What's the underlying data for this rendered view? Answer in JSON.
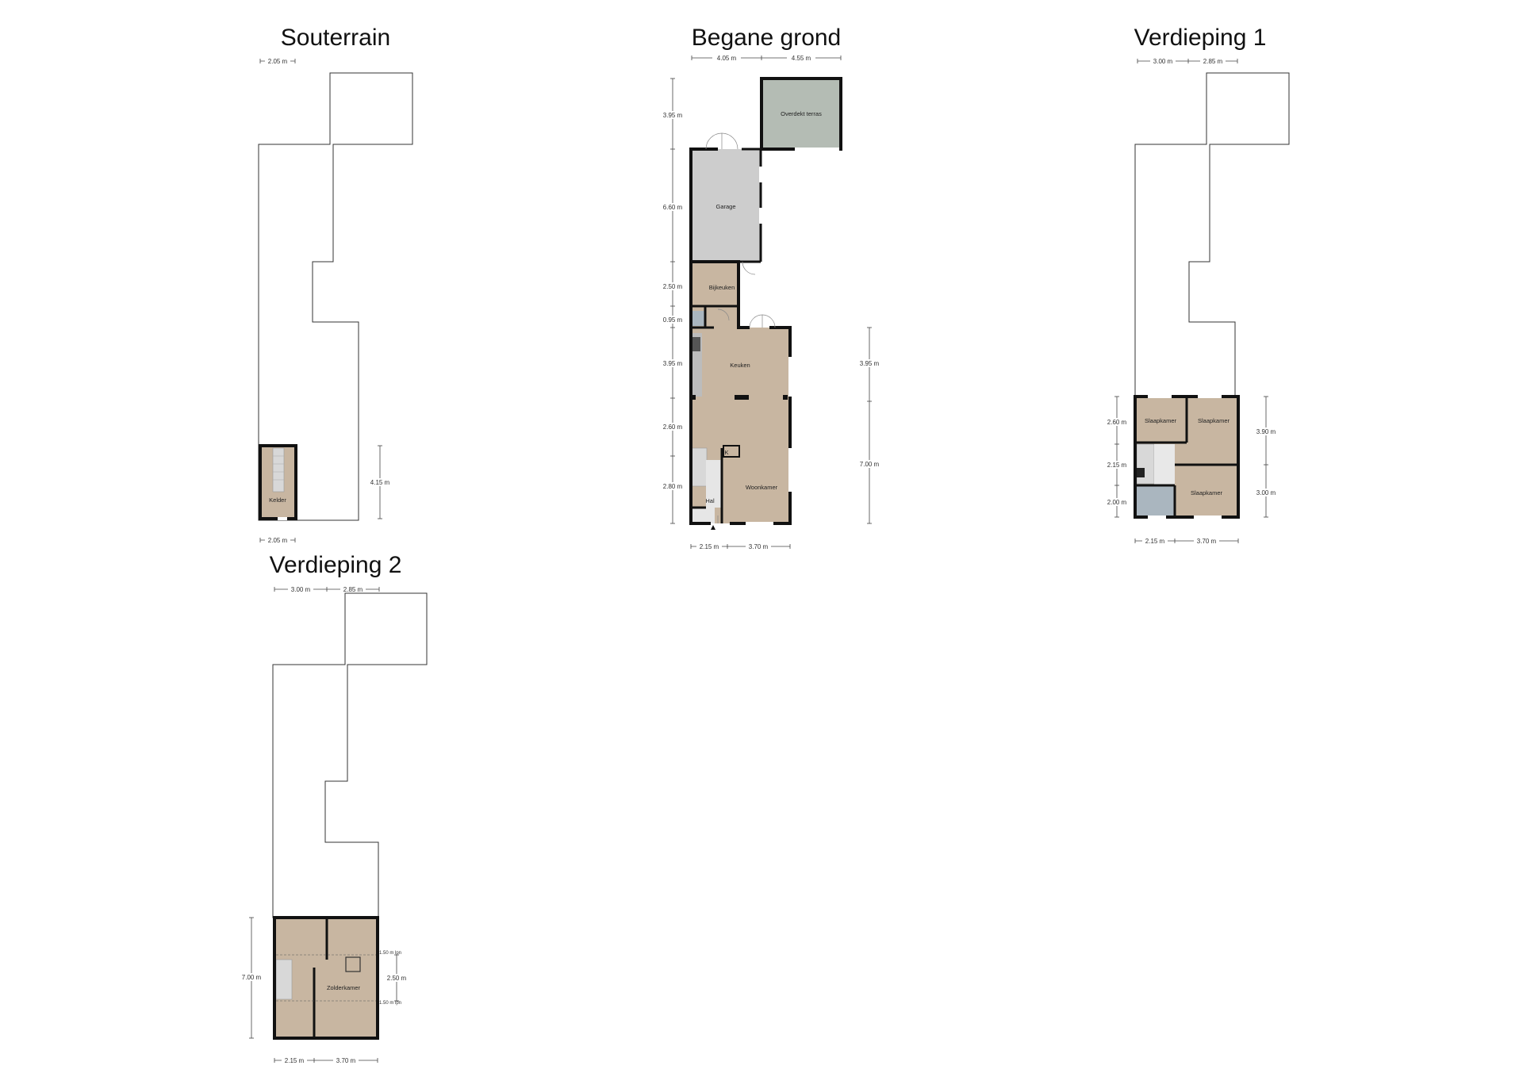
{
  "floors": {
    "souterrain": {
      "title": "Souterrain",
      "dim_top": "2.05 m",
      "dim_bottom": "2.05 m",
      "dim_right": "4.15 m",
      "rooms": {
        "kelder": "Kelder"
      }
    },
    "begane_grond": {
      "title": "Begane grond",
      "dim_top_left": "4.05 m",
      "dim_top_right": "4.55 m",
      "dim_left": [
        "3.95 m",
        "6.60 m",
        "2.50 m",
        "0.95 m",
        "3.95 m",
        "2.60 m",
        "2.80 m"
      ],
      "dim_right": [
        "3.95 m",
        "7.00 m"
      ],
      "dim_bottom_left": "2.15 m",
      "dim_bottom_right": "3.70 m",
      "rooms": {
        "overdekt_terras": "Overdekt terras",
        "garage": "Garage",
        "bijkeuken": "Bijkeuken",
        "keuken": "Keuken",
        "woonkamer": "Woonkamer",
        "hal": "Hal",
        "k": "K"
      }
    },
    "verdieping_1": {
      "title": "Verdieping 1",
      "dim_top_left": "3.00 m",
      "dim_top_right": "2.85 m",
      "dim_left": [
        "2.60 m",
        "2.15 m",
        "2.00 m"
      ],
      "dim_right": [
        "3.90 m",
        "3.00 m"
      ],
      "dim_bottom_left": "2.15 m",
      "dim_bottom_right": "3.70 m",
      "rooms": {
        "slaapkamer_1": "Slaapkamer",
        "slaapkamer_2": "Slaapkamer",
        "slaapkamer_3": "Slaapkamer"
      }
    },
    "verdieping_2": {
      "title": "Verdieping 2",
      "dim_top_left": "3.00 m",
      "dim_top_right": "2.85 m",
      "dim_left": "7.00 m",
      "dim_right": "2.50 m",
      "dim_lpn_top": "1.50 m lpn",
      "dim_lpn_bottom": "1.50 m lpn",
      "dim_bottom_left": "2.15 m",
      "dim_bottom_right": "3.70 m",
      "rooms": {
        "zolderkamer": "Zolderkamer"
      }
    }
  },
  "colors": {
    "floor": "#c8b6a1",
    "garage": "#cdcdcd",
    "terrace": "#b4bcb4",
    "bathroom": "#aab6bf",
    "wall": "#111111"
  }
}
